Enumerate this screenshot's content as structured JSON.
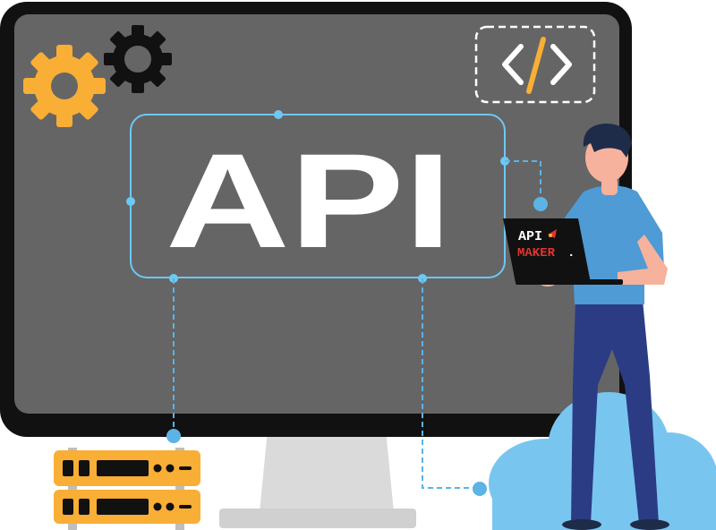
{
  "api_label": "API",
  "laptop": {
    "brand_top": "API",
    "brand_bottom": "MAKER",
    "brand_dot": "."
  },
  "code_tag": {
    "icon": "code-brackets-icon"
  },
  "colors": {
    "monitor_frame": "#111111",
    "screen": "#656565",
    "accent_orange": "#F9AE35",
    "accent_blue": "#6DC8F3",
    "line_blue": "#5BB3E6",
    "shirt": "#4E9BD6",
    "pants": "#2B3C84",
    "hair": "#1E2B49",
    "skin": "#F6B29C",
    "cloud": "#78C6F0",
    "server_gray": "#BEBEBE",
    "stand_gray": "#DADADA",
    "brand_red": "#E3342F"
  },
  "icons": [
    "gear-orange-icon",
    "gear-black-icon",
    "server-rack-icon",
    "cloud-icon",
    "code-brackets-icon"
  ]
}
